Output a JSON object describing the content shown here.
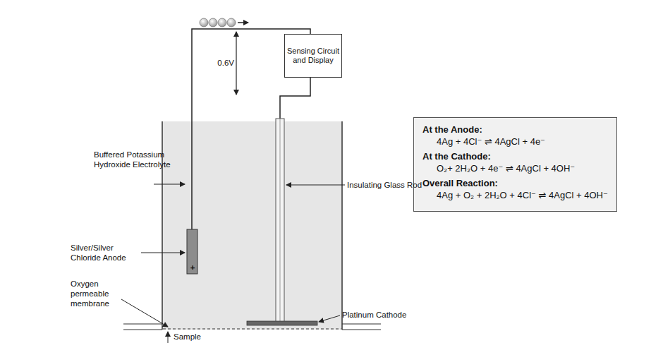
{
  "diagram": {
    "nodes": [
      {
        "text": [
          "Sensing Circuit and Display"
        ]
      },
      {
        "text": [
          "At the Anode:",
          "4Ag + 4Cl⁻ ⇌ 4AgCl + 4e⁻",
          "At the Cathode:",
          "O₂+ 2H₂O + 4e⁻ ⇌ 4AgCl + 4OH⁻",
          "Overall Reaction:",
          "4Ag + O₂ + 2H₂O + 4Cl⁻ ⇌ 4AgCl + 4OH⁻"
        ]
      }
    ],
    "labels": [
      "0.6V",
      "Buffered Potassium Hydroxide Electrolyte",
      "Insulating Glass Rod",
      "Silver/Silver Chloride Anode",
      "+",
      "Oxygen permeable membrane",
      "Platinum Cathode",
      "Sample"
    ]
  }
}
